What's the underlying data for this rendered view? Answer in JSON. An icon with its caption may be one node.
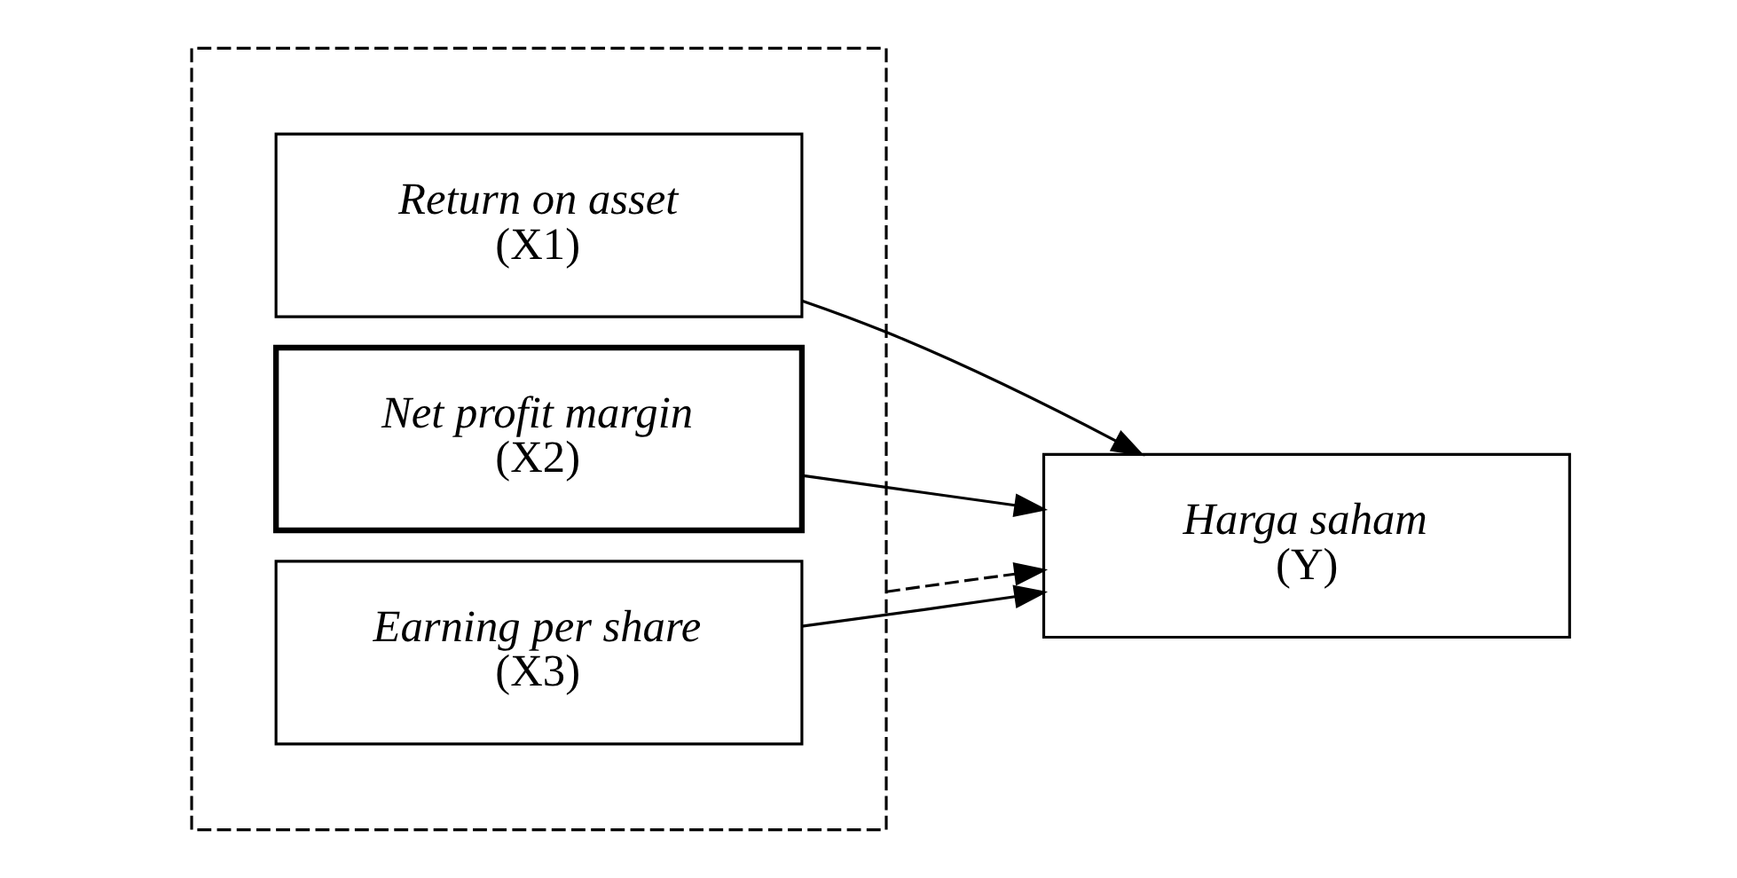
{
  "diagram": {
    "nodes": [
      {
        "text": [],
        "shape": "box"
      },
      {
        "text": [
          "Return on asset",
          "(X1)"
        ],
        "in": 0
      },
      {
        "text": [
          "Net profit margin",
          "(X2)"
        ],
        "in": 0
      },
      {
        "text": [
          "Earning per share",
          "(X3)"
        ],
        "in": 0
      },
      {
        "text": [
          "Harga saham",
          "(Y)"
        ]
      }
    ],
    "edges": [
      {
        "from": 1,
        "to": 4,
        "arrow": "to"
      },
      {
        "from": 2,
        "to": 4,
        "arrow": "to"
      },
      {
        "from": 3,
        "to": 4,
        "arrow": "to"
      },
      {
        "from": 0,
        "to": 4,
        "arrow": "to",
        "style": "dashed"
      }
    ]
  }
}
